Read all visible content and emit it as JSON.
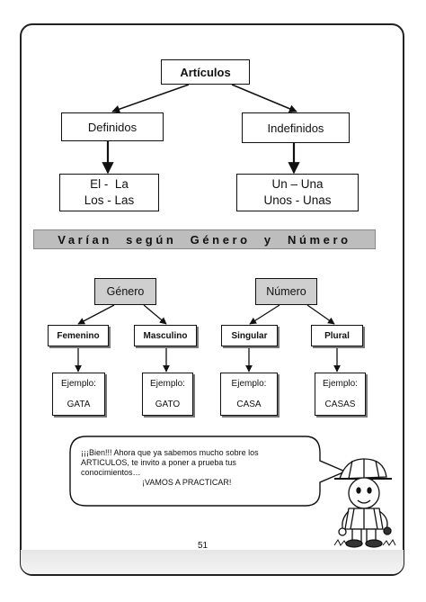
{
  "diagram": {
    "root": "Artículos",
    "branches": {
      "definidos": {
        "label": "Definidos",
        "line1": "El -  La",
        "line2": "Los - Las"
      },
      "indefinidos": {
        "label": "Indefinidos",
        "line1": "Un – Una",
        "line2": "Unos - Unas"
      }
    }
  },
  "banner": "Varían según Género y Número",
  "genero": {
    "label": "Género",
    "femenino": {
      "label": "Femenino",
      "example_label": "Ejemplo:",
      "example": "GATA"
    },
    "masculino": {
      "label": "Masculino",
      "example_label": "Ejemplo:",
      "example": "GATO"
    }
  },
  "numero": {
    "label": "Número",
    "singular": {
      "label": "Singular",
      "example_label": "Ejemplo:",
      "example": "CASA"
    },
    "plural": {
      "label": "Plural",
      "example_label": "Ejemplo:",
      "example": "CASAS"
    }
  },
  "speech_bubble": {
    "line1": "¡¡¡Bien!!! Ahora que ya sabemos mucho sobre los",
    "line2": "ARTICULOS, te invito a poner a prueba tus",
    "line3": "conocimientos…",
    "call_to_action": "¡VAMOS A PRACTICAR!"
  },
  "page_number": "51",
  "colors": {
    "gray_box": "#cfcfcf",
    "banner": "#bdbdbd",
    "border": "#111111"
  }
}
